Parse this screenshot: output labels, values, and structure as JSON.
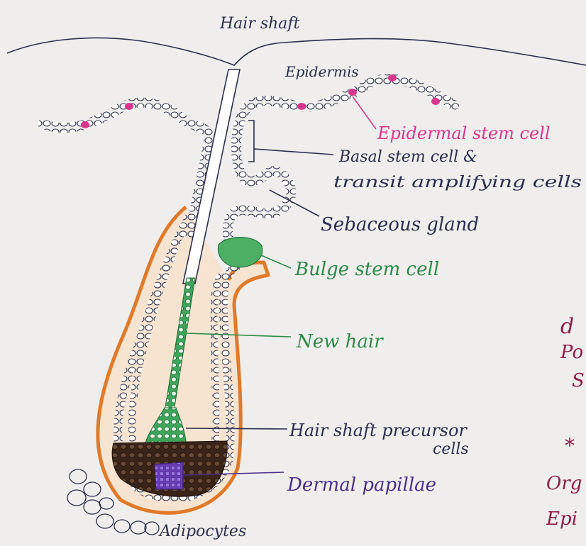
{
  "diagram": {
    "title": "Hair shaft",
    "labels": {
      "epidermis": "Epidermis",
      "epidermal_stem_cell": "Epidermal stem cell",
      "basal_line1": "Basal stem cell &",
      "basal_line2": "transit amplifying cells",
      "sebaceous_gland": "Sebaceous gland",
      "bulge_stem_cell": "Bulge stem cell",
      "new_hair": "New hair",
      "precursor_line1": "Hair shaft precursor",
      "precursor_line2": "cells",
      "dermal_papillae": "Dermal papillae",
      "adipocytes": "Adipocytes"
    },
    "margin_fragments": [
      "d",
      "Po",
      "S",
      "*",
      "Org",
      "Epi"
    ]
  },
  "colors": {
    "paper": "#efeeec",
    "ink_dark": "#2a2e4e",
    "ink_pink": "#d9368f",
    "ink_green": "#2d8a48",
    "ink_purple": "#4b2d8c",
    "ink_maroon": "#8e1c4a",
    "orange_sheath": "#e07a2a",
    "dark_brown": "#3a2418",
    "light_green_fill": "#4caf63",
    "purple_fill": "#6a3db5"
  }
}
